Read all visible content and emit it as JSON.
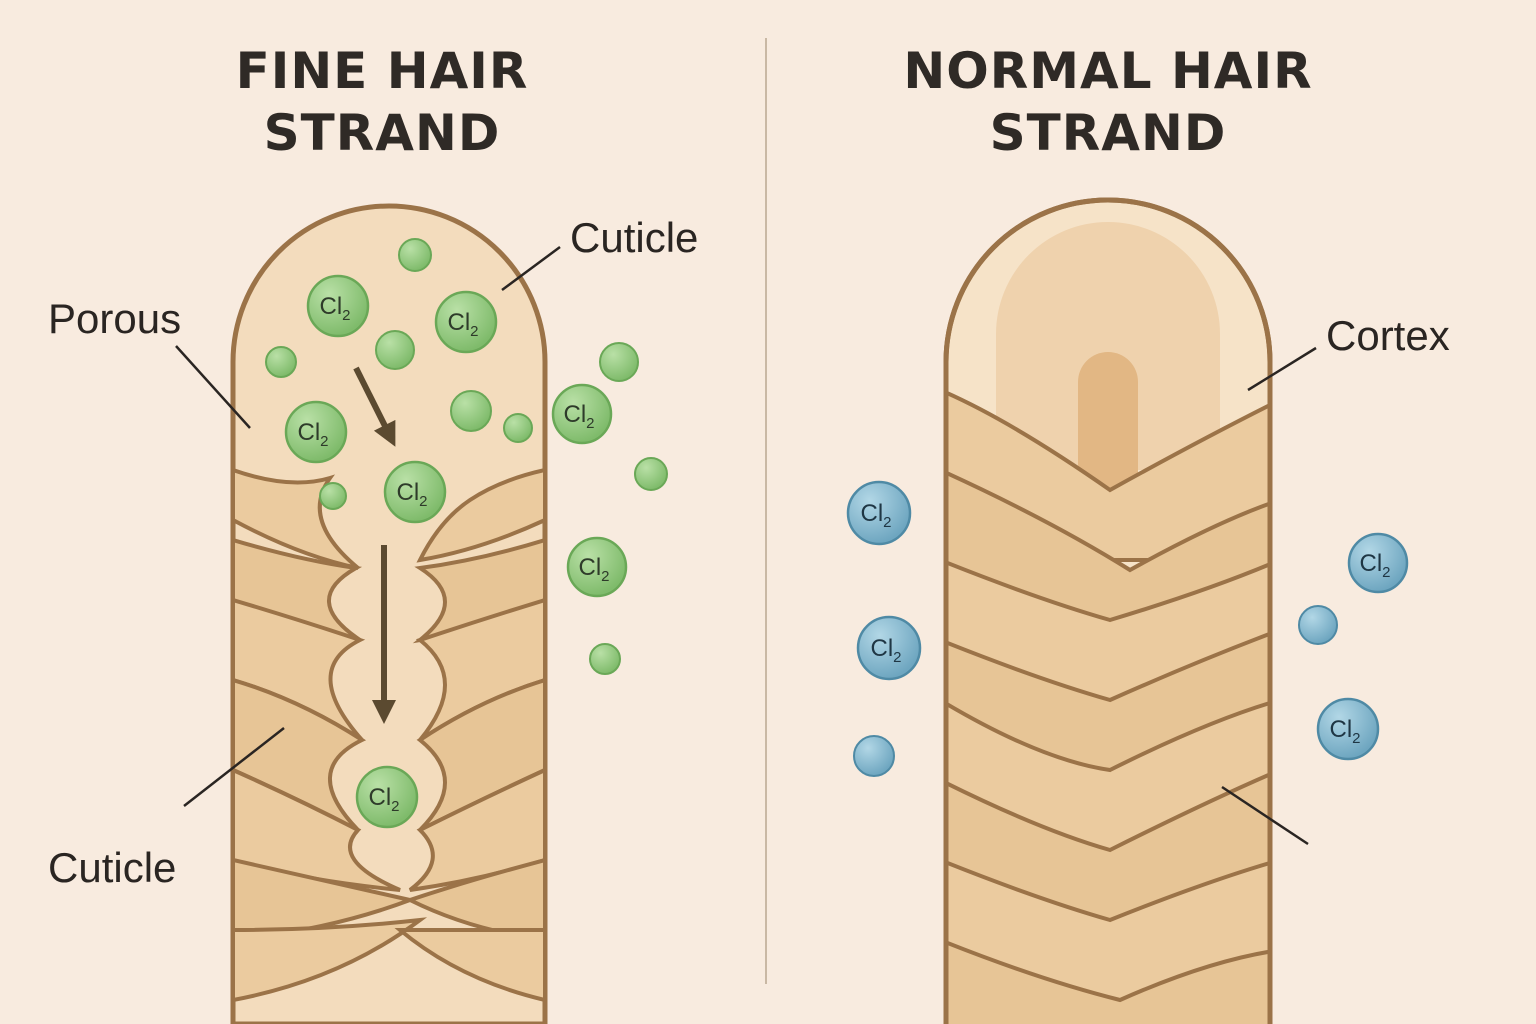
{
  "left_panel": {
    "title_line1": "FINE HAIR",
    "title_line2": "STRAND",
    "labels": {
      "porous": "Porous",
      "cuticle_top": "Cuticle",
      "cuticle_bottom": "Cuticle"
    }
  },
  "right_panel": {
    "title_line1": "NORMAL HAIR",
    "title_line2": "STRAND",
    "labels": {
      "cortex": "Cortex"
    }
  },
  "molecule": {
    "symbol": "Cl",
    "subscript": "2"
  },
  "colors": {
    "background": "#f8ebdf",
    "strand_fill": "#ebcb9f",
    "strand_outline": "#9b7348",
    "cortex_fill": "#f6e3c8",
    "medulla_fill": "#e2b784",
    "chlorine_green": "#8ec57a",
    "chlorine_blue": "#7fb1c8",
    "arrow": "#5b4a30"
  }
}
